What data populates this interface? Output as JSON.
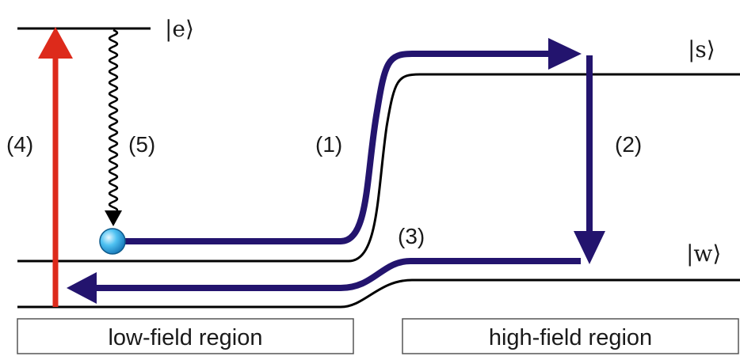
{
  "states": {
    "excited": "|e⟩",
    "strong": "|s⟩",
    "weak": "|w⟩"
  },
  "steps": {
    "step1": "(1)",
    "step2": "(2)",
    "step3": "(3)",
    "step4": "(4)",
    "step5": "(5)"
  },
  "regions": {
    "low_field": "low-field region",
    "high_field": "high-field region"
  },
  "colors": {
    "level_line": "#000000",
    "transport_arrow": "#23146e",
    "laser_arrow": "#dd2a1b",
    "decay_arrow": "#000000",
    "atom": "#2aa9e6"
  }
}
